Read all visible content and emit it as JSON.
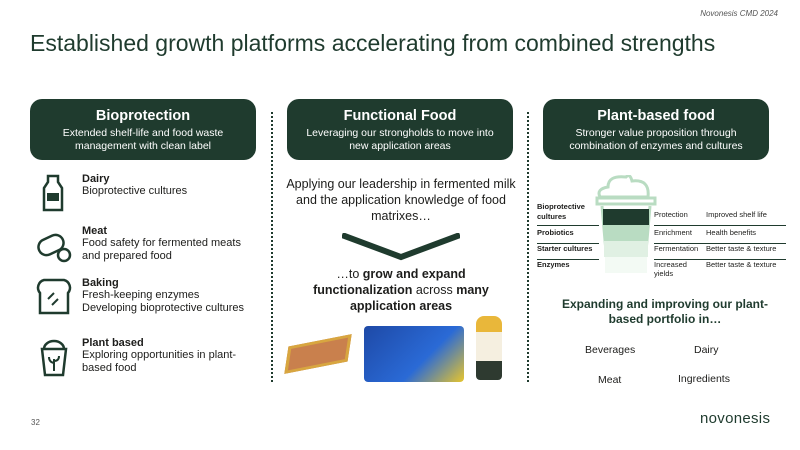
{
  "header": {
    "event": "Novonesis CMD 2024",
    "title": "Established growth platforms accelerating from combined strengths"
  },
  "cards": [
    {
      "title": "Bioprotection",
      "subtitle": "Extended shelf-life and food waste management with clean label"
    },
    {
      "title": "Functional Food",
      "subtitle": "Leveraging our strongholds to move into new application areas"
    },
    {
      "title": "Plant-based food",
      "subtitle": "Stronger value proposition through combination of enzymes and cultures"
    }
  ],
  "bioprotection": [
    {
      "icon": "milk-bottle-icon",
      "title": "Dairy",
      "text": "Bioprotective cultures"
    },
    {
      "icon": "sausage-icon",
      "title": "Meat",
      "text": "Food safety for fermented meats and prepared food"
    },
    {
      "icon": "bread-icon",
      "title": "Baking",
      "text": "Fresh-keeping enzymes Developing bioprotective cultures"
    },
    {
      "icon": "plant-cup-icon",
      "title": "Plant based",
      "text": "Exploring opportunities in plant-based food"
    }
  ],
  "functional": {
    "intro": "Applying our leadership in fermented milk and the application knowledge of food matrixes…",
    "out_pre": "…to ",
    "out_b1": "grow and expand functionalization",
    "out_mid": " across ",
    "out_b2": "many application areas"
  },
  "plant": {
    "rows": [
      {
        "ingredient": "Bioprotective cultures",
        "function": "Protection",
        "benefit": "Improved shelf life",
        "color": "#1f3b2e"
      },
      {
        "ingredient": "Probiotics",
        "function": "Enrichment",
        "benefit": "Health benefits",
        "color": "#b9dcc2"
      },
      {
        "ingredient": "Starter cultures",
        "function": "Fermentation",
        "benefit": "Better taste & texture",
        "color": "#e0f0e3"
      },
      {
        "ingredient": "Enzymes",
        "function": "Increased yields",
        "benefit": "Better taste & texture",
        "color": "#f3faf4"
      }
    ],
    "heading": "Expanding and improving our plant-based portfolio in…",
    "areas": [
      "Beverages",
      "Dairy",
      "Meat",
      "Ingredients"
    ]
  },
  "footer": {
    "page": "32",
    "logo": "novonesis"
  }
}
